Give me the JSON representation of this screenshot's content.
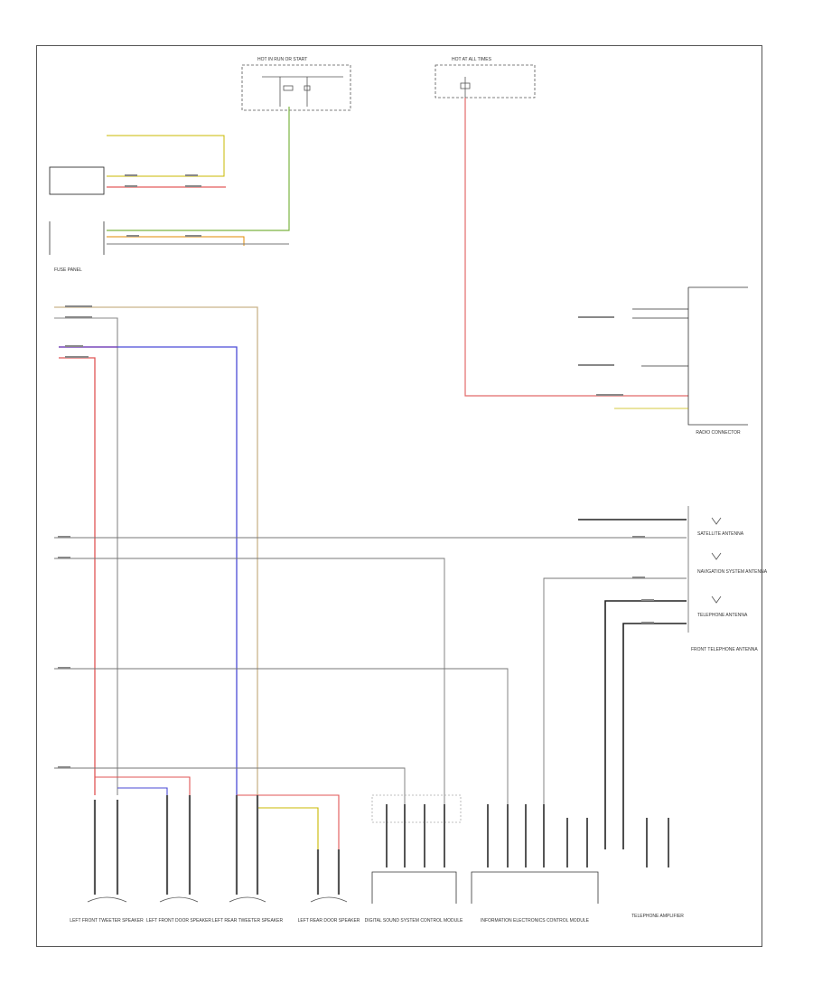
{
  "diagram": {
    "footer_code": "",
    "components": {
      "left_front_speaker": "LEFT FRONT TWEETER SPEAKER",
      "left_front_door_speaker": "LEFT FRONT DOOR SPEAKER",
      "left_rear_speaker": "LEFT REAR TWEETER SPEAKER",
      "left_rear_door_speaker": "LEFT REAR DOOR SPEAKER",
      "digital_sound_system": "DIGITAL SOUND SYSTEM CONTROL MODULE",
      "infotainment_module": "INFORMATION ELECTRONICS CONTROL MODULE",
      "telephone_amplifier": "TELEPHONE AMPLIFIER",
      "radio_connector": "RADIO CONNECTOR",
      "hot_at_all_times": "HOT AT ALL TIMES",
      "hot_in_run": "HOT IN RUN OR START",
      "satellite_antenna": "SATELLITE ANTENNA",
      "navigation_antenna": "NAVIGATION SYSTEM ANTENNA",
      "telephone_antenna": "TELEPHONE ANTENNA",
      "front_telephone_antenna": "FRONT TELEPHONE ANTENNA",
      "fuse_panel": "FUSE PANEL"
    }
  }
}
